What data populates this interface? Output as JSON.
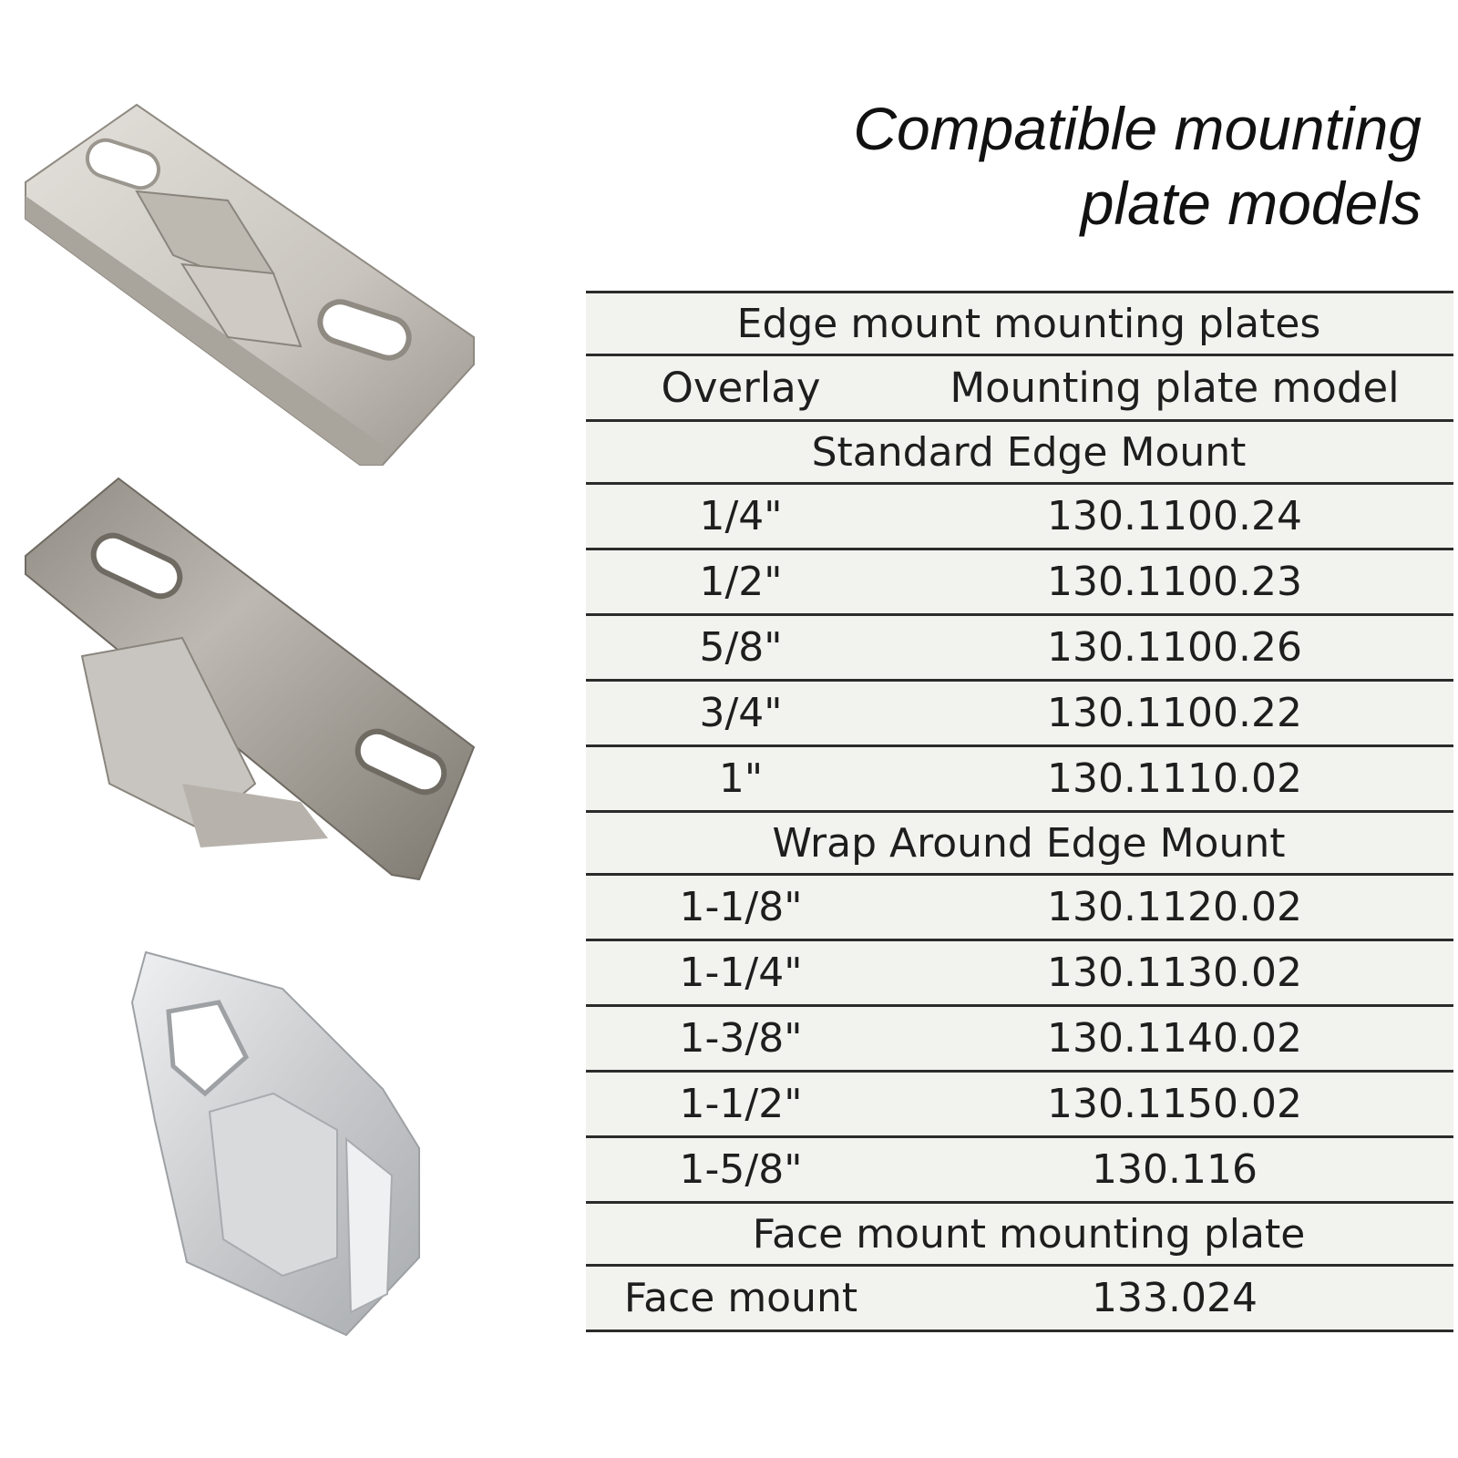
{
  "title": {
    "line1": "Compatible mounting",
    "line2": "plate models"
  },
  "table": {
    "caption": "Edge mount mounting plates",
    "columns": [
      "Overlay",
      "Mounting plate model"
    ],
    "sections": [
      {
        "name": "Standard Edge Mount",
        "rows": [
          {
            "overlay": "1/4\"",
            "model": "130.1100.24"
          },
          {
            "overlay": "1/2\"",
            "model": "130.1100.23"
          },
          {
            "overlay": "5/8\"",
            "model": "130.1100.26"
          },
          {
            "overlay": "3/4\"",
            "model": "130.1100.22"
          },
          {
            "overlay": "1\"",
            "model": "130.1110.02"
          }
        ]
      },
      {
        "name": "Wrap Around Edge Mount",
        "rows": [
          {
            "overlay": "1-1/8\"",
            "model": "130.1120.02"
          },
          {
            "overlay": "1-1/4\"",
            "model": "130.1130.02"
          },
          {
            "overlay": "1-3/8\"",
            "model": "130.1140.02"
          },
          {
            "overlay": "1-1/2\"",
            "model": "130.1150.02"
          },
          {
            "overlay": "1-5/8\"",
            "model": "130.116"
          }
        ]
      },
      {
        "name": "Face mount mounting plate",
        "rows": [
          {
            "overlay": "Face mount",
            "model": "133.024"
          }
        ]
      }
    ]
  },
  "photos": {
    "metal_light": "#d9d6d0",
    "metal_mid": "#b9b5ae",
    "metal_dark": "#8a857d",
    "chrome_light": "#e8e9ea",
    "chrome_mid": "#c6c8ca"
  }
}
